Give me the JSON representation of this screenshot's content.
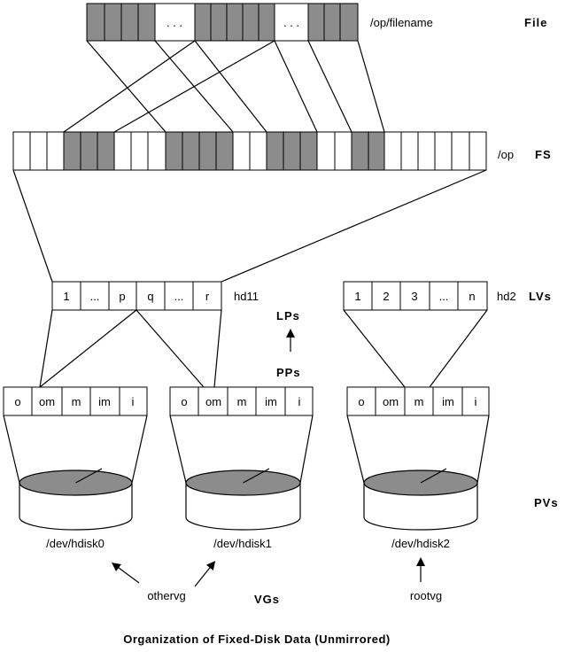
{
  "file": {
    "path": "/op/filename",
    "label": "File",
    "ellipsis": ". . ."
  },
  "fs": {
    "path": "/op",
    "label": "FS"
  },
  "lvs": {
    "label": "LVs",
    "hd11": {
      "name": "hd11",
      "cells": [
        "1",
        "...",
        "p",
        "q",
        "...",
        "r"
      ]
    },
    "hd2": {
      "name": "hd2",
      "cells": [
        "1",
        "2",
        "3",
        "...",
        "n"
      ]
    }
  },
  "arrow_labels": {
    "lps": "LPs",
    "pps": "PPs"
  },
  "pp_cells": [
    "o",
    "om",
    "m",
    "im",
    "i"
  ],
  "pvs": {
    "label": "PVs",
    "disks": [
      "/dev/hdisk0",
      "/dev/hdisk1",
      "/dev/hdisk2"
    ]
  },
  "vgs": {
    "label": "VGs",
    "othervg": "othervg",
    "rootvg": "rootvg"
  },
  "caption": "Organization of Fixed-Disk Data (Unmirrored)",
  "colors": {
    "shaded": "#8c8c8c",
    "plain": "#ffffff",
    "stroke": "#000000"
  }
}
